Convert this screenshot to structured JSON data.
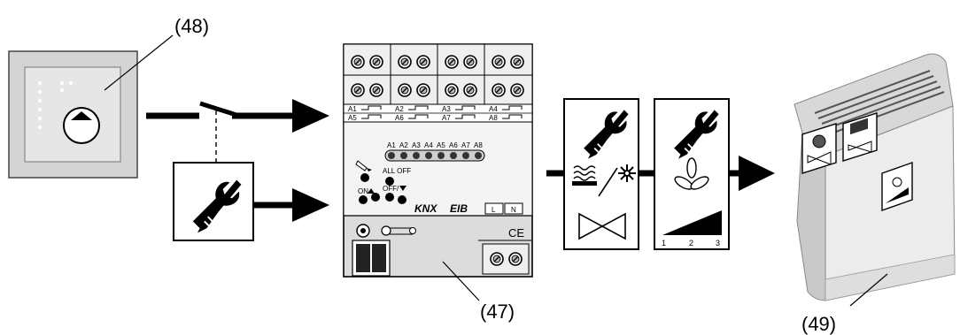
{
  "callouts": {
    "room_controller": "(48)",
    "actuator": "(47)",
    "fan_coil_unit": "(49)"
  },
  "actuator": {
    "channel_labels_top": [
      "A1",
      "A2",
      "A3",
      "A4"
    ],
    "channel_labels_bottom": [
      "A5",
      "A6",
      "A7",
      "A8"
    ],
    "led_labels": [
      "A1",
      "A2",
      "A3",
      "A4",
      "A5",
      "A6",
      "A7",
      "A8"
    ],
    "all_off_label": "ALL OFF",
    "on_label": "ON",
    "off_label": "OFF/",
    "brand_label": "KNX",
    "brand_label2": "EIB",
    "terminal_l": "L",
    "terminal_n": "N",
    "ce_mark": "CE"
  },
  "fan_panel": {
    "speed_labels": [
      "1",
      "2",
      "3"
    ]
  },
  "icons": {
    "tools": "wrench-screwdriver-icon",
    "heating": "heating-icon",
    "cooling": "snowflake-icon",
    "valve": "valve-icon",
    "fan": "fan-icon",
    "speed": "fan-speed-ramp-icon",
    "switch": "switch-contact-icon",
    "arrow": "arrow-right-icon"
  },
  "colors": {
    "ink": "#000000",
    "device_gray": "#d9d9d9",
    "panel_gray": "#9e9e9e",
    "light_gray": "#ececec"
  }
}
